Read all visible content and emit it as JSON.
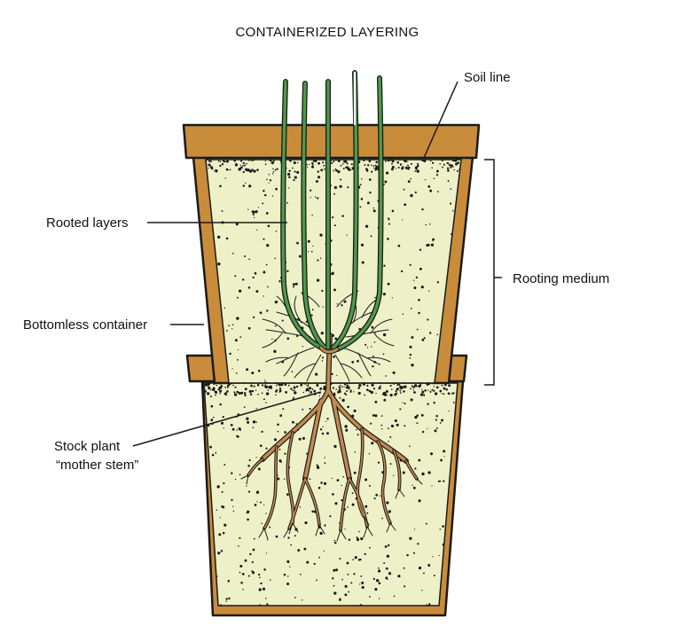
{
  "title": "CONTAINERIZED LAYERING",
  "labels": {
    "soil_line": "Soil line",
    "rooted_layers": "Rooted layers",
    "bottomless_container": "Bottomless container",
    "rooting_medium": "Rooting medium",
    "stock_plant_line1": "Stock plant",
    "stock_plant_line2": "“mother stem”"
  },
  "colors": {
    "pot": "#C98C3A",
    "soil": "#EEF1C8",
    "stem": "#4E9A4A",
    "root": "#C38A4E",
    "outline": "#1A1A1A"
  }
}
